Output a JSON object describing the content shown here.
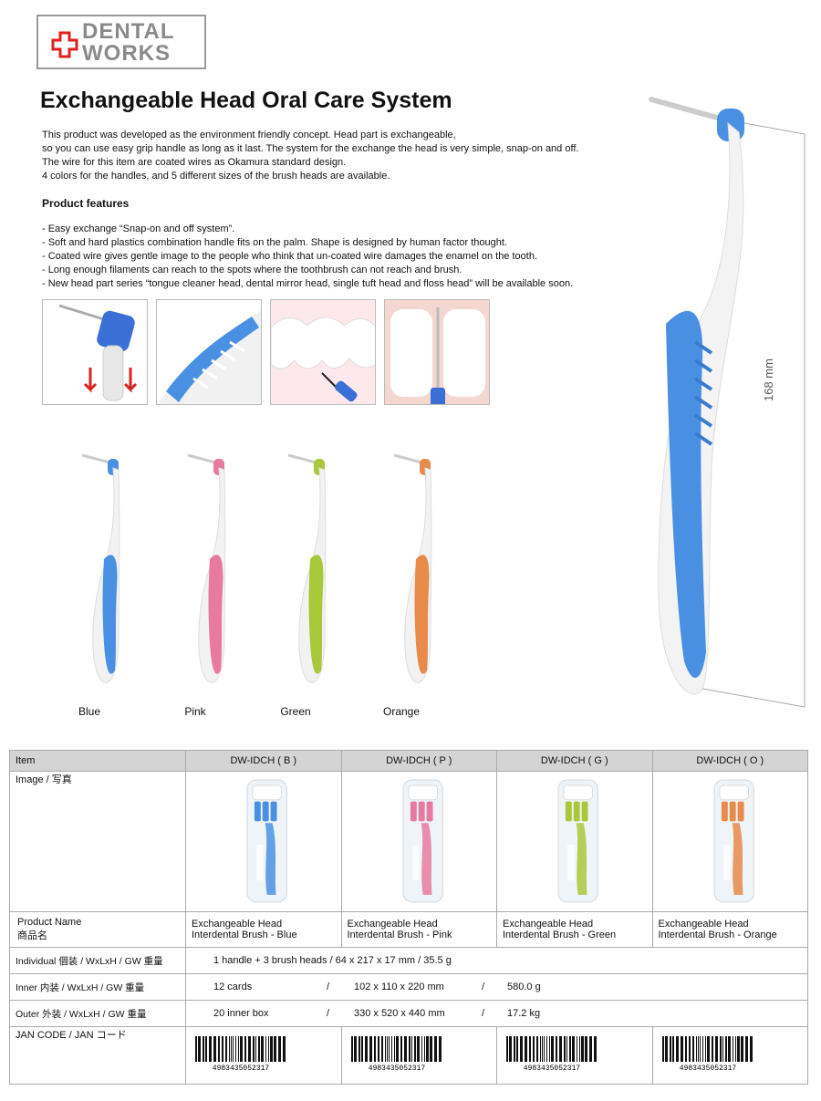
{
  "logo": {
    "line1": "DENTAL",
    "line2": "WORKS"
  },
  "title": "Exchangeable Head Oral Care System",
  "intro": [
    "This product was developed as the environment friendly concept. Head part is exchangeable,",
    "so you can use easy grip handle as long as it last. The system for the exchange the head is very simple, snap-on and off.",
    "The wire for this item are coated wires as Okamura standard design.",
    "4 colors for the handles, and 5 different sizes of the brush heads are available."
  ],
  "features_title": "Product features",
  "features": [
    "- Easy exchange “Snap-on and off system”.",
    "- Soft and hard plastics combination handle fits on the palm. Shape is designed by human factor thought.",
    "- Coated wire gives gentle image to the people who think that un-coated wire damages the enamel on the tooth.",
    "- Long enough filaments can reach to the spots where the toothbrush can not reach and brush.",
    "- New head part series “tongue cleaner head, dental mirror head, single tuft head and floss head” will be available soon."
  ],
  "dimension_label": "168 mm",
  "colors": [
    {
      "name": "Blue",
      "hex": "#4a90e2"
    },
    {
      "name": "Pink",
      "hex": "#e87aa0"
    },
    {
      "name": "Green",
      "hex": "#a8c83a"
    },
    {
      "name": "Orange",
      "hex": "#e88a4a"
    }
  ],
  "table": {
    "header_item": "Item",
    "codes": [
      "DW-IDCH ( B )",
      "DW-IDCH ( P )",
      "DW-IDCH ( G )",
      "DW-IDCH ( O )"
    ],
    "image_label": "Image / 写真",
    "product_name_label_en": "Product Name",
    "product_name_label_jp": "商品名",
    "product_names": [
      [
        "Exchangeable Head",
        "Interdental Brush - Blue"
      ],
      [
        "Exchangeable Head",
        "Interdental Brush - Pink"
      ],
      [
        "Exchangeable Head",
        "Interdental Brush - Green"
      ],
      [
        "Exchangeable Head",
        "Interdental Brush - Orange"
      ]
    ],
    "individual_label": "Individual 個装 /   WxLxH  /  GW 重量",
    "individual_value": "1 handle  +  3 brush heads   /  64 x 217 x 17  mm    /  35.5  g",
    "inner_label": "Inner   内装  /   WxLxH  /  GW 重量",
    "inner_value": [
      "12 cards",
      "/",
      "102 x 110 x 220  mm",
      "/",
      "580.0  g"
    ],
    "outer_label": "Outer   外装  /   WxLxH  /  GW 重量",
    "outer_value": [
      "20 inner box",
      "/",
      "330 x 520 x 440 mm",
      "/",
      "17.2  kg"
    ],
    "jan_label": "JAN CODE / JAN コード",
    "jan_code": "4983435052317"
  }
}
